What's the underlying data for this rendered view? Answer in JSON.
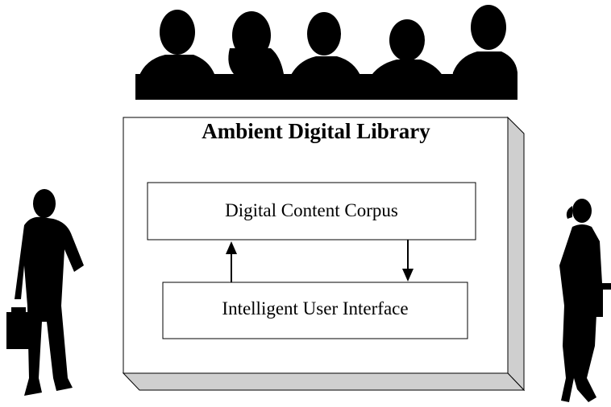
{
  "diagram": {
    "title": "Ambient Digital Library",
    "boxes": {
      "corpus": "Digital Content Corpus",
      "interface": "Intelligent User Interface"
    },
    "arrows": [
      {
        "from": "interface",
        "to": "corpus",
        "direction": "up"
      },
      {
        "from": "corpus",
        "to": "interface",
        "direction": "down"
      }
    ],
    "figures": {
      "audience": "audience-silhouettes",
      "left": "businessman-silhouette",
      "right": "businesswoman-silhouette"
    }
  }
}
